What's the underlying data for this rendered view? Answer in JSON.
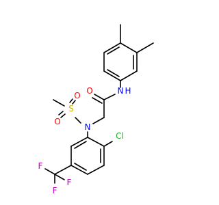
{
  "molecule": {
    "colors": {
      "bond": "#000000",
      "O": "#ff0000",
      "N": "#0000ff",
      "S": "#c9b200",
      "Cl": "#1fae1f",
      "F": "#c400c4",
      "C": "#000000"
    },
    "labels": {
      "O_carbonyl": "O",
      "NH": "N",
      "H": "H",
      "N_sulfonamide": "N",
      "S": "S",
      "O_s1": "O",
      "O_s2": "O",
      "Cl": "Cl",
      "F1": "F",
      "F2": "F",
      "F3": "F"
    }
  }
}
